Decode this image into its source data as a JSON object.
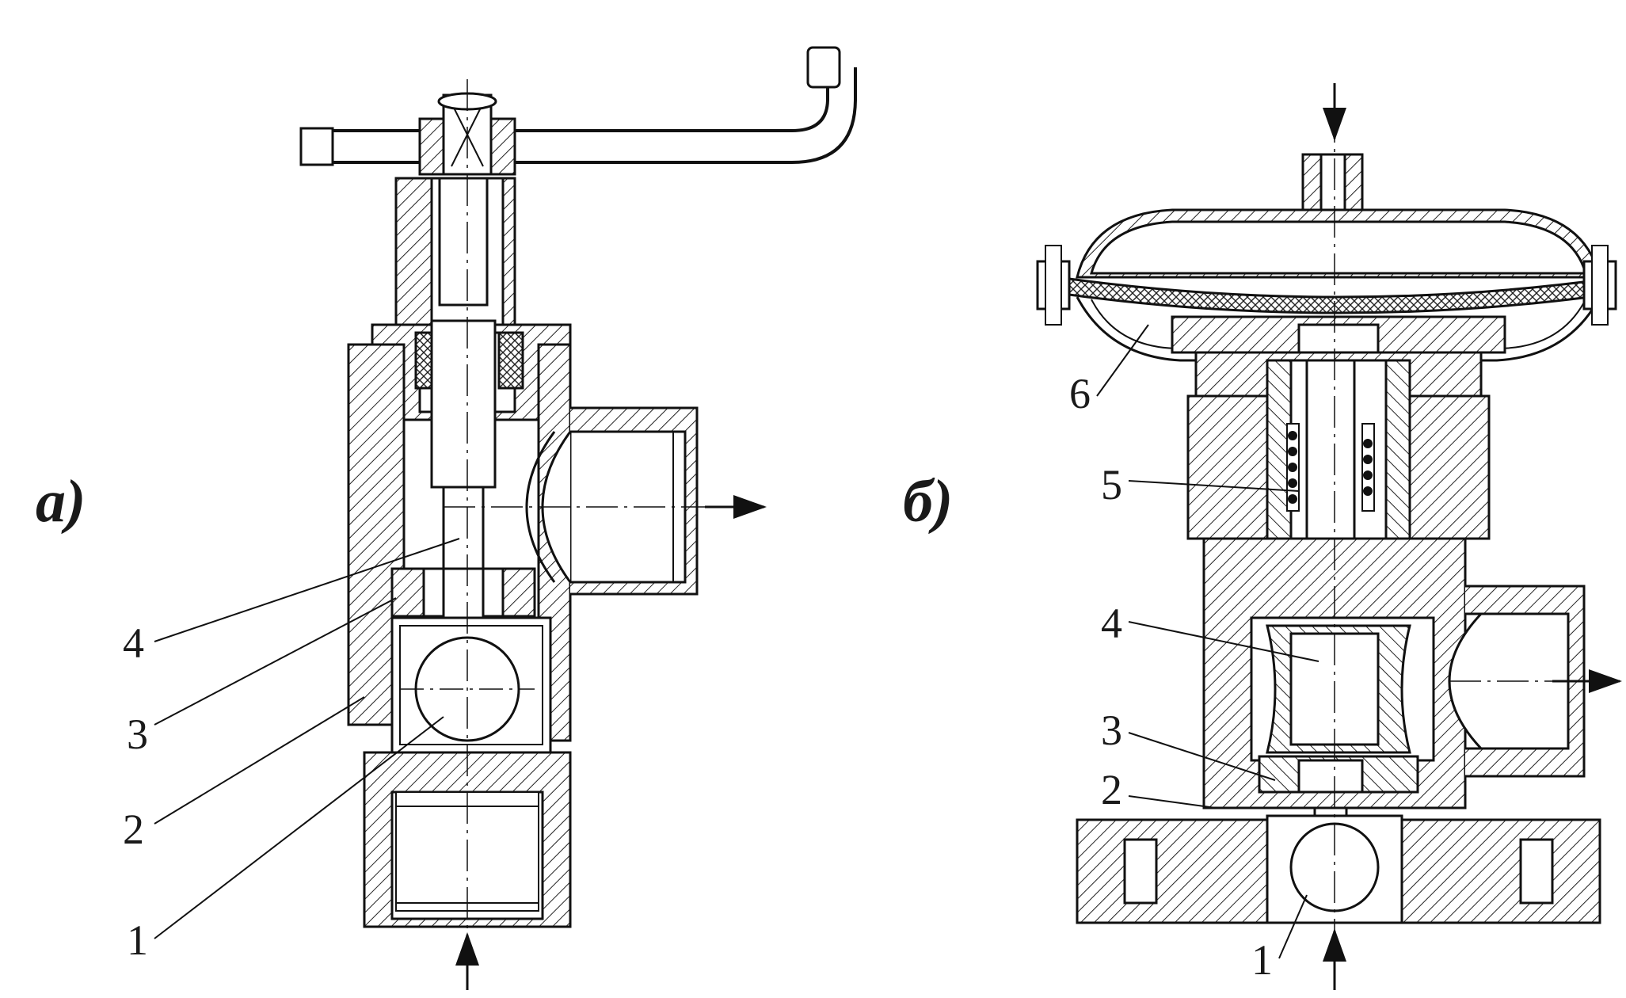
{
  "panels": [
    {
      "id": "a",
      "label": "а)",
      "callouts": [
        "4",
        "3",
        "2",
        "1"
      ]
    },
    {
      "id": "b",
      "label": "б)",
      "callouts": [
        "6",
        "5",
        "4",
        "3",
        "2",
        "1"
      ]
    }
  ]
}
